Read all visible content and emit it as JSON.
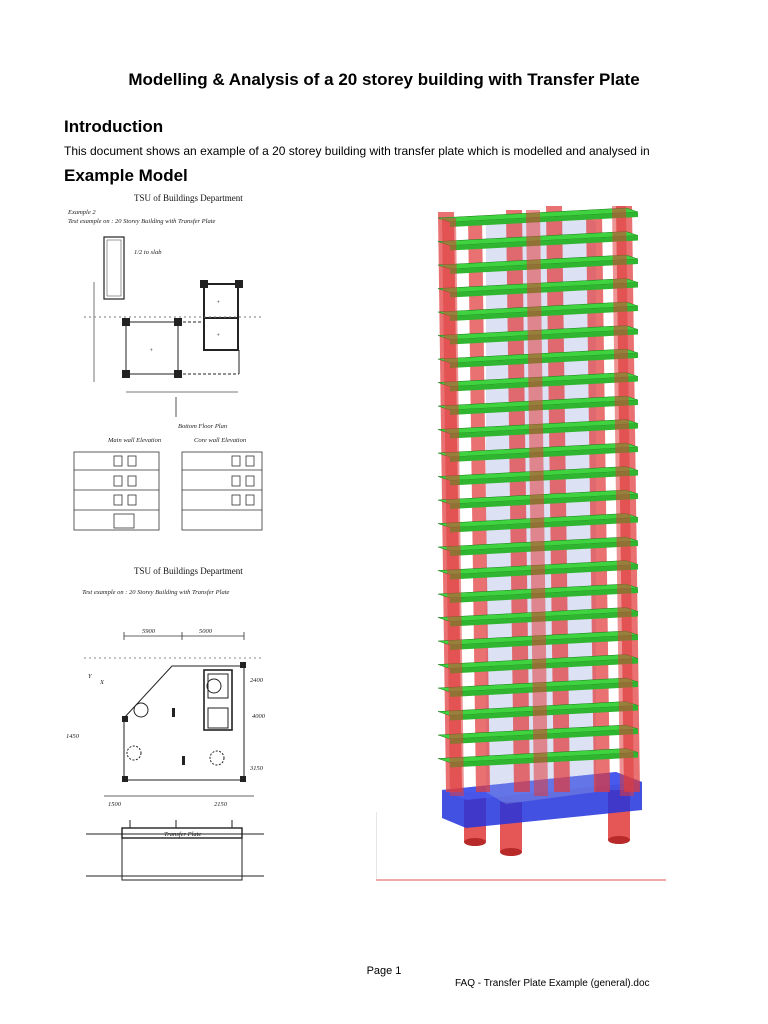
{
  "document": {
    "title": "Modelling & Analysis of a 20 storey building with Transfer Plate",
    "sections": {
      "introduction_heading": "Introduction",
      "introduction_text": "This document shows an example  of a 20 storey building with transfer plate which is modelled and analysed in",
      "example_heading": "Example Model"
    },
    "sketch_top": {
      "dept": "TSU of Buildings Department",
      "example_no": "Example 2",
      "test_example": "Test example on :  20 Storey Building with Transfer Plate",
      "plan_caption": "Bottom Floor Plan",
      "elev_left": "Main wall Elevation",
      "elev_right": "Core wall Elevation"
    },
    "sketch_bottom": {
      "dept": "TSU of Buildings Department",
      "test_example": "Test example on :  20 Storey Building with Transfer Plate",
      "section_label": "Transfer Plate",
      "dims": {
        "d1": "5900",
        "d2": "5000",
        "d3": "2400",
        "d4": "3150",
        "d5": "1500",
        "d6": "4000",
        "d7": "2150",
        "d8": "1450"
      }
    },
    "footer": {
      "page": "Page 1",
      "filename": "FAQ - Transfer Plate Example (general).doc"
    }
  },
  "colors": {
    "columns": "#e03a3a",
    "beams": "#3fd43f",
    "transfer_plate": "#2233dd",
    "core": "#9aa8e0"
  }
}
